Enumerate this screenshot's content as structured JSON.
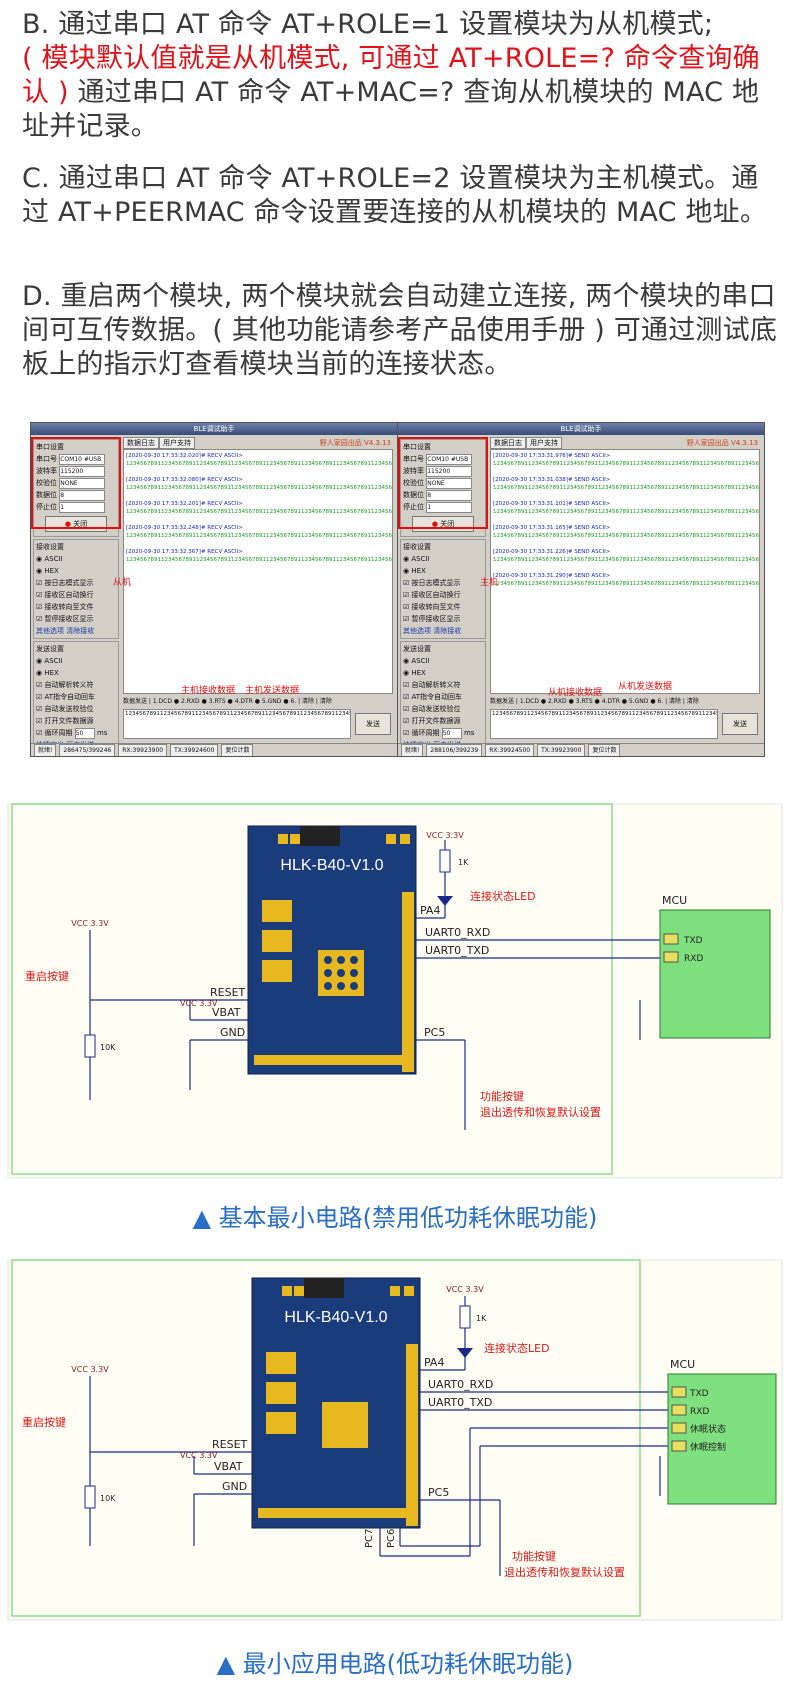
{
  "text": {
    "b_line1": "B. 通过串口 AT 命令 AT+ROLE=1 设置模块为从机模式;",
    "b_red": "( 模块默认值就是从机模式, 可通过 AT+ROLE=? 命令查询确认 )",
    "b_rest": " 通过串口 AT 命令 AT+MAC=? 查询从机模块的 MAC 地址并记录。",
    "c_text": "C. 通过串口 AT 命令 AT+ROLE=2 设置模块为主机模式。通过 AT+PEERMAC 命令设置要连接的从机模块的 MAC 地址。",
    "d_text": "D. 重启两个模块, 两个模块就会自动建立连接, 两个模块的串口间可互传数据。( 其他功能请参考产品使用手册 ) 可通过测试底板上的指示灯查看模块当前的连接状态。"
  },
  "screenshots": {
    "window_title": "BLE调试助手",
    "brand": "野人家园出品 V4.3.13",
    "tabs": [
      "数据日志",
      "用户支持"
    ],
    "port_group": "串口设置",
    "port_rows": [
      {
        "label": "串口号",
        "value": "COM10 #USB"
      },
      {
        "label": "波特率",
        "value": "115200"
      },
      {
        "label": "校验位",
        "value": "NONE"
      },
      {
        "label": "数据位",
        "value": "8"
      },
      {
        "label": "停止位",
        "value": "1"
      }
    ],
    "close_button": "关闭",
    "recv_group": "接收设置",
    "recv_opts": [
      "ASCII",
      "HEX",
      "按日志模式显示",
      "接收区自动换行",
      "接收转向至文件",
      "暂停接收区显示"
    ],
    "recv_links": [
      "其他选项",
      "清除接收"
    ],
    "send_group": "发送设置",
    "send_opts": [
      "ASCII",
      "HEX",
      "自动解析转义符",
      "AT指令自动回车",
      "自动发送校验位",
      "打开文件数据源",
      "循环周期"
    ],
    "loop_ms": "50",
    "send_links": [
      "快捷定义",
      "历史发送"
    ],
    "send_tabs": "数据发送 | 1.DCD ● 2.RXD ● 3.RTS ● 4.DTR ● 5.GND ● 6. | 清除 | 清除",
    "send_button": "发送",
    "left": {
      "time_prefix": "[2020-09-30 17:33:32.",
      "mode": "RECV ASCII",
      "times": [
        "020",
        "080",
        "201",
        "248",
        "367"
      ],
      "data": "123456789112345678911234567891123456789112345678911234567891123456789112345678911234567891",
      "send_data": "1234567891123456789112345678911234567891123456789112345678911234567891",
      "status": [
        "就绪!",
        "286475/399246",
        "RX:39923900",
        "TX:39924600",
        "复位计数"
      ],
      "anno_slave": "从机",
      "anno_recv": "主机接收数据",
      "anno_send": "主机发送数据"
    },
    "right": {
      "time_prefix": "[2020-09-30 17:33:31.",
      "mode": "SEND ASCII",
      "times": [
        "976",
        "038",
        "101",
        "165",
        "226",
        "290"
      ],
      "data": "123456789112345678911234567891123456789112345678911234567891123456789112345678911234567891",
      "send_data": "1234567891123456789112345678911234567891123456789112345678911234567891",
      "status": [
        "就绪!",
        "288106/399239",
        "RX:39924500",
        "TX:39923900",
        "复位计数"
      ],
      "anno_master": "主机",
      "anno_recv": "从机接收数据",
      "anno_send": "从机发送数据"
    }
  },
  "circuit1": {
    "module": "HLK-B40-V1.0",
    "vcc": "VCC 3.3V",
    "r1": "1K",
    "r2": "10K",
    "led": "连接状态LED",
    "pa4": "PA4",
    "rxd": "UART0_RXD",
    "txd": "UART0_TXD",
    "reset": "RESET",
    "vbat": "VBAT",
    "gnd": "GND",
    "pc5": "PC5",
    "reset_key": "重启按键",
    "func_key": "功能按键",
    "func_desc": "退出透传和恢复默认设置",
    "mcu": "MCU",
    "mcu_pins": [
      "TXD",
      "RXD"
    ]
  },
  "caption1": "▲ 基本最小电路(禁用低功耗休眠功能)",
  "circuit2": {
    "module": "HLK-B40-V1.0",
    "pc7": "PC7",
    "pc6": "PC6",
    "mcu_pins": [
      "TXD",
      "RXD",
      "休眠状态",
      "休眠控制"
    ]
  },
  "caption2": "▲ 最小应用电路(低功耗休眠功能)",
  "colors": {
    "red": "#e0121a",
    "caption": "#2a6fc4",
    "wire": "#1a2a8a",
    "pcb": "#1a3c7a",
    "gold": "#e8b820",
    "mcu": "#7fe07f"
  }
}
